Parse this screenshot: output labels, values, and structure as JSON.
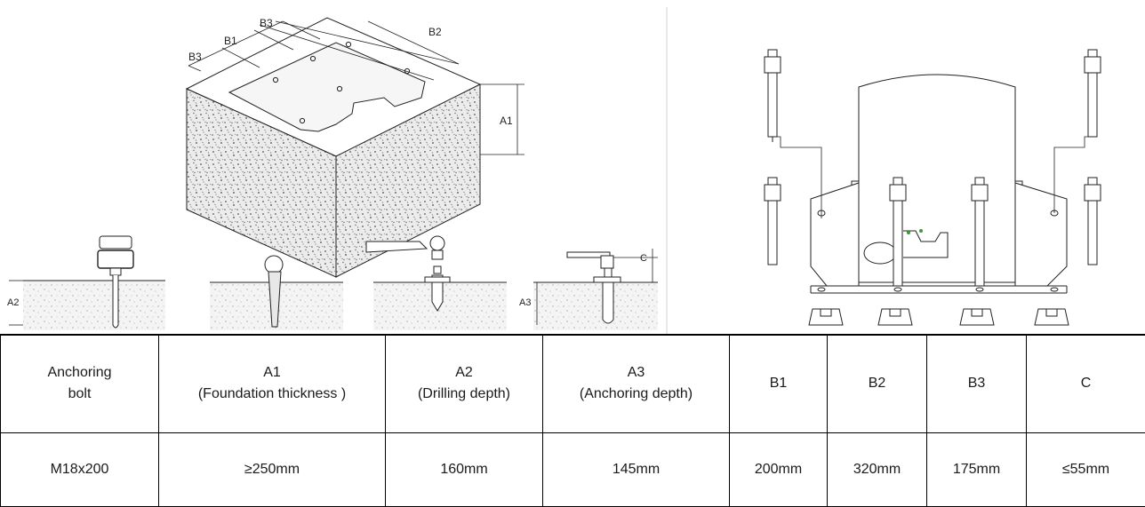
{
  "diagram": {
    "dimension_labels": {
      "a1": "A1",
      "a2": "A2",
      "a3": "A3",
      "b1": "B1",
      "b2": "B2",
      "b3_top": "B3",
      "b3_left": "B3",
      "c": "C"
    }
  },
  "table": {
    "headers": [
      {
        "line1": "Anchoring",
        "line2": "bolt"
      },
      {
        "line1": "A1",
        "line2": "(Foundation thickness )"
      },
      {
        "line1": "A2",
        "line2": "(Drilling depth)"
      },
      {
        "line1": "A3",
        "line2": "(Anchoring depth)"
      },
      {
        "line1": "B1",
        "line2": ""
      },
      {
        "line1": "B2",
        "line2": ""
      },
      {
        "line1": "B3",
        "line2": ""
      },
      {
        "line1": "C",
        "line2": ""
      }
    ],
    "row": [
      "M18x200",
      "≥250mm",
      "160mm",
      "145mm",
      "200mm",
      "320mm",
      "175mm",
      "≤55mm"
    ]
  }
}
